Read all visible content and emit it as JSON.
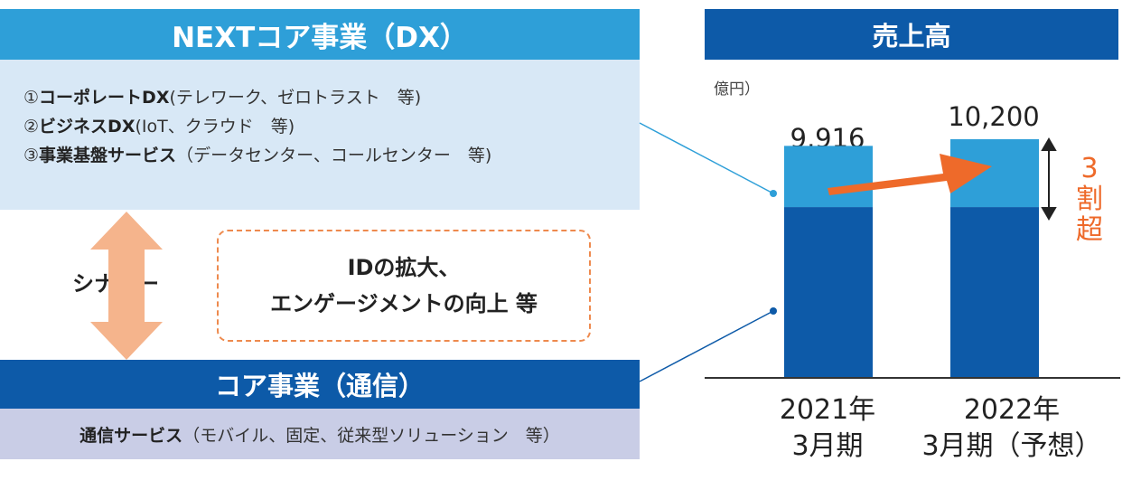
{
  "next_core": {
    "header": "NEXTコア事業（DX）",
    "items": [
      {
        "num": "①",
        "bold": "コーポレートDX",
        "rest": "(テレワーク、ゼロトラスト　等)"
      },
      {
        "num": "②",
        "bold": "ビジネスDX",
        "rest": "(IoT、クラウド　等)"
      },
      {
        "num": "③",
        "bold": "事業基盤サービス",
        "rest": "（データセンター、コールセンター　等)"
      }
    ]
  },
  "synergy": {
    "label": "シナジー",
    "box_line1": "IDの拡大、",
    "box_line2": "エンゲージメントの向上 等"
  },
  "core": {
    "header": "コア事業（通信）",
    "body_bold": "通信サービス",
    "body_rest": "（モバイル、固定、従来型ソリューション　等）"
  },
  "sales": {
    "header": "売上高",
    "unit": "億円）",
    "note": [
      "3",
      "割",
      "超"
    ],
    "colors": {
      "core": "#0d5aa8",
      "next": "#2e9fd8",
      "arrow": "#ee6a2a",
      "arrow_fill": "#f5b48c"
    }
  },
  "chart_data": {
    "type": "bar",
    "stacked": true,
    "categories": [
      "2021年\n3月期",
      "2022年\n3月期（予想）"
    ],
    "category_lines": [
      [
        "2021年",
        "3月期"
      ],
      [
        "2022年",
        "3月期（予想）"
      ]
    ],
    "totals": [
      9916,
      10200
    ],
    "total_labels": [
      "9,916",
      "10,200"
    ],
    "series": [
      {
        "name": "コア事業（通信）",
        "values": [
          7300,
          7300
        ],
        "color": "#0d5aa8"
      },
      {
        "name": "NEXTコア事業（DX）",
        "values": [
          2616,
          2900
        ],
        "color": "#2e9fd8"
      }
    ],
    "ylabel": "億円",
    "ylim": [
      0,
      10200
    ]
  }
}
